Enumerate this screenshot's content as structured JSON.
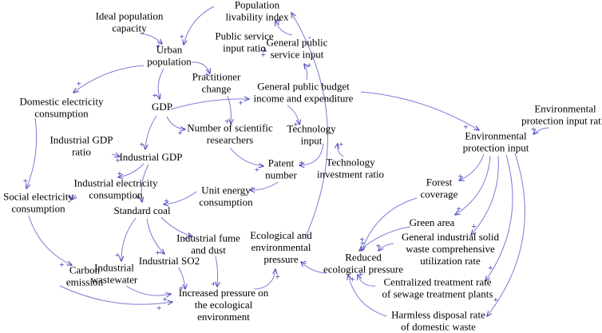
{
  "nodes": {
    "ideal_population_capacity": [
      "Ideal population",
      "capacity"
    ],
    "population_livability_index": [
      "Population",
      "livability index"
    ],
    "public_service_input_ratio": [
      "Public service",
      "input ratio"
    ],
    "general_public_service_input": [
      "General public",
      "service input"
    ],
    "urban_population": [
      "Urban",
      "population"
    ],
    "practitioner_change": [
      "Practitioner",
      "change"
    ],
    "domestic_electricity_consumption": [
      "Domestic electricity",
      "consumption"
    ],
    "general_public_budget": [
      "General public budget",
      "income and expenditure"
    ],
    "gdp": [
      "GDP"
    ],
    "environmental_protection_input_ratio": [
      "Environmental",
      "protection input ratio"
    ],
    "industrial_gdp_ratio": [
      "Industrial GDP",
      "ratio"
    ],
    "number_of_scientific_researchers": [
      "Number of scientific",
      "researchers"
    ],
    "technology_input": [
      "Technology",
      "input"
    ],
    "environmental_protection_input": [
      "Environmental",
      "protection input"
    ],
    "industrial_gdp": [
      "Industrial GDP"
    ],
    "patent_number": [
      "Patent",
      "number"
    ],
    "technology_investment_ratio": [
      "Technology",
      "investment ratio"
    ],
    "industrial_electricity_consumption": [
      "Industrial electricity",
      "consumption"
    ],
    "forest_coverage": [
      "Forest",
      "coverage"
    ],
    "social_electricity_consumption": [
      "Social electricity",
      "consumption"
    ],
    "unit_energy_consumption": [
      "Unit energy",
      "consumption"
    ],
    "standard_coal": [
      "Standard coal"
    ],
    "green_area": [
      "Green area"
    ],
    "industrial_fume_and_dust": [
      "Industrial fume",
      "and dust"
    ],
    "ecological_and_environmental_pressure": [
      "Ecological and",
      "environmental",
      "pressure"
    ],
    "general_industrial_solid_waste": [
      "General industrial solid",
      "waste comprehensive",
      "utilization rate"
    ],
    "industrial_so2": [
      "Industrial SO2"
    ],
    "industrial_wastewater": [
      "Industrial",
      "wastewater"
    ],
    "reduced_ecological_pressure": [
      "Reduced",
      "ecological pressure"
    ],
    "carbon_emission": [
      "Carbon",
      "emission"
    ],
    "centralized_treatment_rate": [
      "Centralized treatment rate",
      "of sewage treatment plants"
    ],
    "increased_pressure": [
      "Increased pressure on",
      "the ecological",
      "environment"
    ],
    "harmless_disposal_rate": [
      "Harmless disposal rate",
      "of domestic waste"
    ]
  },
  "polarity_symbols": {
    "positive": "+",
    "negative": "-"
  },
  "links": [
    {
      "from": "ideal_population_capacity",
      "to": "urban_population",
      "polarity": "positive"
    },
    {
      "from": "population_livability_index",
      "to": "urban_population",
      "polarity": "positive"
    },
    {
      "from": "urban_population",
      "to": "practitioner_change",
      "polarity": "positive"
    },
    {
      "from": "urban_population",
      "to": "domestic_electricity_consumption",
      "polarity": "positive"
    },
    {
      "from": "urban_population",
      "to": "gdp",
      "polarity": "positive"
    },
    {
      "from": "public_service_input_ratio",
      "to": "general_public_service_input",
      "polarity": "positive"
    },
    {
      "from": "general_public_service_input",
      "to": "population_livability_index",
      "polarity": "positive"
    },
    {
      "from": "general_public_budget",
      "to": "general_public_service_input",
      "polarity": "positive"
    },
    {
      "from": "gdp",
      "to": "general_public_budget",
      "polarity": "positive"
    },
    {
      "from": "practitioner_change",
      "to": "number_of_scientific_researchers",
      "polarity": "positive"
    },
    {
      "from": "gdp",
      "to": "number_of_scientific_researchers",
      "polarity": "positive"
    },
    {
      "from": "gdp",
      "to": "industrial_gdp",
      "polarity": "positive"
    },
    {
      "from": "industrial_gdp_ratio",
      "to": "industrial_gdp",
      "polarity": "positive"
    },
    {
      "from": "general_public_budget",
      "to": "technology_input",
      "polarity": "positive"
    },
    {
      "from": "general_public_budget",
      "to": "environmental_protection_input",
      "polarity": "positive"
    },
    {
      "from": "environmental_protection_input_ratio",
      "to": "environmental_protection_input",
      "polarity": "positive"
    },
    {
      "from": "technology_input",
      "to": "patent_number",
      "polarity": "positive"
    },
    {
      "from": "technology_investment_ratio",
      "to": "technology_input",
      "polarity": "positive"
    },
    {
      "from": "number_of_scientific_researchers",
      "to": "patent_number",
      "polarity": "positive"
    },
    {
      "from": "industrial_gdp",
      "to": "industrial_electricity_consumption",
      "polarity": "positive"
    },
    {
      "from": "industrial_gdp",
      "to": "standard_coal",
      "polarity": "positive"
    },
    {
      "from": "domestic_electricity_consumption",
      "to": "social_electricity_consumption",
      "polarity": "positive"
    },
    {
      "from": "industrial_electricity_consumption",
      "to": "social_electricity_consumption",
      "polarity": "positive"
    },
    {
      "from": "patent_number",
      "to": "unit_energy_consumption",
      "polarity": "negative"
    },
    {
      "from": "unit_energy_consumption",
      "to": "standard_coal",
      "polarity": "positive"
    },
    {
      "from": "environmental_protection_input",
      "to": "forest_coverage",
      "polarity": "positive"
    },
    {
      "from": "environmental_protection_input",
      "to": "green_area",
      "polarity": "positive"
    },
    {
      "from": "environmental_protection_input",
      "to": "general_industrial_solid_waste",
      "polarity": "positive"
    },
    {
      "from": "environmental_protection_input",
      "to": "centralized_treatment_rate",
      "polarity": "positive"
    },
    {
      "from": "environmental_protection_input",
      "to": "harmless_disposal_rate",
      "polarity": "positive"
    },
    {
      "from": "standard_coal",
      "to": "industrial_fume_and_dust",
      "polarity": "positive"
    },
    {
      "from": "standard_coal",
      "to": "industrial_so2",
      "polarity": "positive"
    },
    {
      "from": "standard_coal",
      "to": "industrial_wastewater",
      "polarity": "positive"
    },
    {
      "from": "social_electricity_consumption",
      "to": "carbon_emission",
      "polarity": "positive"
    },
    {
      "from": "industrial_fume_and_dust",
      "to": "increased_pressure",
      "polarity": "positive"
    },
    {
      "from": "industrial_so2",
      "to": "increased_pressure",
      "polarity": "positive"
    },
    {
      "from": "industrial_wastewater",
      "to": "increased_pressure",
      "polarity": "positive"
    },
    {
      "from": "carbon_emission",
      "to": "increased_pressure",
      "polarity": "positive"
    },
    {
      "from": "increased_pressure",
      "to": "ecological_and_environmental_pressure",
      "polarity": "positive"
    },
    {
      "from": "ecological_and_environmental_pressure",
      "to": "population_livability_index",
      "polarity": "negative"
    },
    {
      "from": "forest_coverage",
      "to": "reduced_ecological_pressure",
      "polarity": "positive"
    },
    {
      "from": "green_area",
      "to": "reduced_ecological_pressure",
      "polarity": "positive"
    },
    {
      "from": "general_industrial_solid_waste",
      "to": "reduced_ecological_pressure",
      "polarity": "positive"
    },
    {
      "from": "centralized_treatment_rate",
      "to": "reduced_ecological_pressure",
      "polarity": "positive"
    },
    {
      "from": "harmless_disposal_rate",
      "to": "reduced_ecological_pressure",
      "polarity": "positive"
    },
    {
      "from": "reduced_ecological_pressure",
      "to": "ecological_and_environmental_pressure",
      "polarity": "negative"
    }
  ]
}
